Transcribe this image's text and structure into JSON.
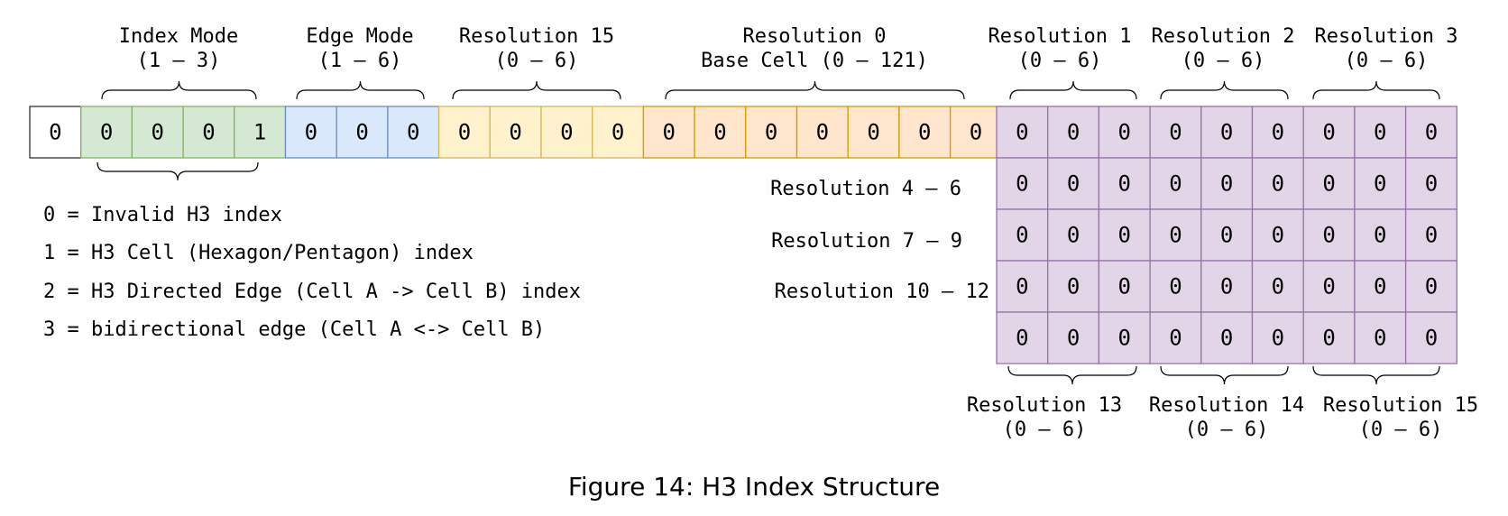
{
  "bits": {
    "reserved": [
      "0"
    ],
    "index_mode": [
      "0",
      "0",
      "0",
      "1"
    ],
    "edge_mode": [
      "0",
      "0",
      "0"
    ],
    "resolution_15_top": [
      "0",
      "0",
      "0",
      "0"
    ],
    "base_cell": [
      "0",
      "0",
      "0",
      "0",
      "0",
      "0",
      "0"
    ],
    "resolution_grid": [
      [
        "0",
        "0",
        "0",
        "0",
        "0",
        "0",
        "0",
        "0",
        "0"
      ],
      [
        "0",
        "0",
        "0",
        "0",
        "0",
        "0",
        "0",
        "0",
        "0"
      ],
      [
        "0",
        "0",
        "0",
        "0",
        "0",
        "0",
        "0",
        "0",
        "0"
      ],
      [
        "0",
        "0",
        "0",
        "0",
        "0",
        "0",
        "0",
        "0",
        "0"
      ],
      [
        "0",
        "0",
        "0",
        "0",
        "0",
        "0",
        "0",
        "0",
        "0"
      ]
    ]
  },
  "labels": {
    "index_mode": [
      "Index Mode",
      "(1 – 3)"
    ],
    "edge_mode": [
      "Edge Mode",
      "(1 – 6)"
    ],
    "resolution_15_top": [
      "Resolution 15",
      "(0 – 6)"
    ],
    "base_cell": [
      "Resolution 0",
      "Base Cell (0 – 121)"
    ],
    "resolution_1": [
      "Resolution 1",
      "(0 – 6)"
    ],
    "resolution_2": [
      "Resolution 2",
      "(0 – 6)"
    ],
    "resolution_3": [
      "Resolution 3",
      "(0 – 6)"
    ],
    "row_labels": [
      "Resolution 4 – 6",
      "Resolution 7 – 9",
      "Resolution 10 – 12"
    ],
    "resolution_13": [
      "Resolution 13",
      "(0 – 6)"
    ],
    "resolution_14": [
      "Resolution 14",
      "(0 – 6)"
    ],
    "resolution_15_bottom": [
      "Resolution 15",
      "(0 – 6)"
    ]
  },
  "legend": [
    "0 = Invalid H3 index",
    "1 = H3 Cell (Hexagon/Pentagon) index",
    "2 = H3 Directed Edge (Cell A -> Cell B) index",
    "3 = bidirectional edge (Cell A <-> Cell B)"
  ],
  "caption": "Figure 14: H3 Index Structure",
  "colors": {
    "reserved": {
      "fill": "#ffffff",
      "stroke": "#333333"
    },
    "index_mode": {
      "fill": "#d5e8d4",
      "stroke": "#82b366"
    },
    "edge_mode": {
      "fill": "#dae8fc",
      "stroke": "#6c8ebf"
    },
    "resolution_15_top": {
      "fill": "#fff2cc",
      "stroke": "#d6b656"
    },
    "base_cell": {
      "fill": "#ffe6cc",
      "stroke": "#d79b00"
    },
    "resolution_grid": {
      "fill": "#e1d5e7",
      "stroke": "#9673a6"
    }
  }
}
